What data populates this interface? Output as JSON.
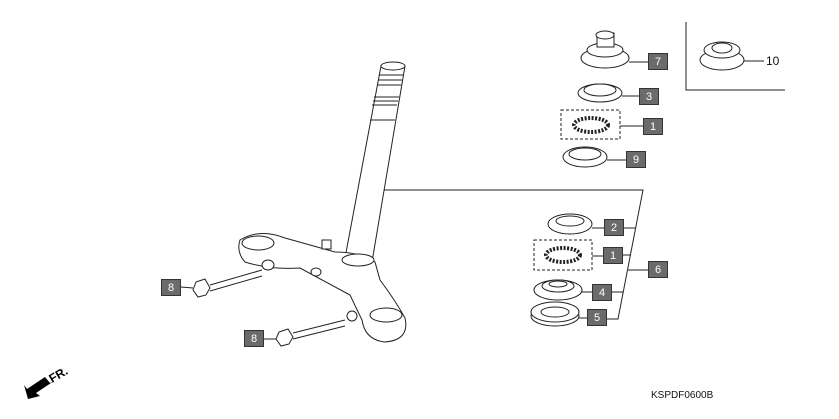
{
  "callouts": {
    "c7": "7",
    "c10": "10",
    "c3": "3",
    "c1a": "1",
    "c9": "9",
    "c2": "2",
    "c1b": "1",
    "c6": "6",
    "c4": "4",
    "c5": "5",
    "c8a": "8",
    "c8b": "8"
  },
  "front_marker": "FR.",
  "diagram_code": "KSPDF0600B",
  "colors": {
    "callout_bg": "#6b6b6b",
    "callout_text": "#ffffff",
    "line": "#222222"
  }
}
